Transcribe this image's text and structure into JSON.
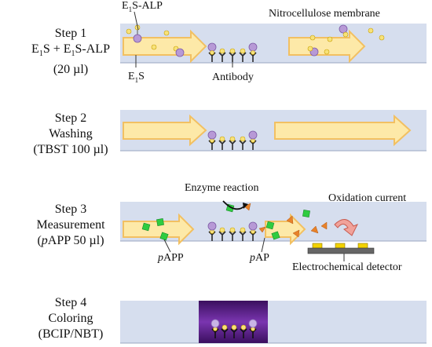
{
  "steps": [
    {
      "title": "Step 1",
      "action": "E1S + E1S-ALP",
      "detail": "(20 µl)"
    },
    {
      "title": "Step 2",
      "action": "Washing",
      "detail": "(TBST 100 µl)"
    },
    {
      "title": "Step 3",
      "action": "Measurement",
      "detail": "(pAPP 50 µl)"
    },
    {
      "title": "Step 4",
      "action": "Coloring",
      "detail": "(BCIP/NBT)"
    }
  ],
  "labels": {
    "e1s_alp": "E1S-ALP",
    "e1s": "E1S",
    "antibody": "Antibody",
    "membrane": "Nitrocellulose membrane",
    "enzyme_reaction": "Enzyme reaction",
    "oxidation_current": "Oxidation current",
    "papp": "pAPP",
    "pap": "pAP",
    "detector": "Electrochemical detector"
  },
  "colors": {
    "membrane": "#d6deee",
    "arrow_fill": "#fde9a8",
    "arrow_stroke": "#f2c062",
    "antibody": "#2b2b2b",
    "antigen": "#f7e27a",
    "enzyme": "#b799d6",
    "substrate": "#2ecc40",
    "product": "#e8822a",
    "stain": "#5e1e8a",
    "current_arrow": "#f1a29a",
    "electrode": "#f2d200",
    "detector_base": "#666666"
  }
}
